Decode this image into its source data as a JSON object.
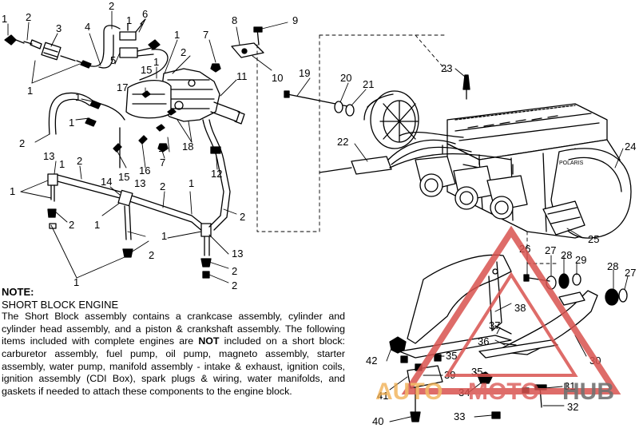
{
  "callouts": [
    "1",
    "2",
    "3",
    "4",
    "5",
    "6",
    "7",
    "8",
    "9",
    "10",
    "11",
    "12",
    "13",
    "14",
    "15",
    "16",
    "17",
    "18",
    "19",
    "20",
    "21",
    "22",
    "23",
    "24",
    "25",
    "26",
    "27",
    "28",
    "29",
    "30",
    "31",
    "32",
    "33",
    "34",
    "35",
    "36",
    "37",
    "38",
    "39",
    "40",
    "41",
    "42"
  ],
  "note": {
    "heading": "NOTE:",
    "subheading": "SHORT BLOCK ENGINE",
    "body_1": "The Short Block assembly contains a crankcase assembly, cylinder and cylinder head assembly, and a piston & crankshaft assembly.  The following items included with complete engines are ",
    "body_not": "NOT",
    "body_2": " included on a short block:  carburetor assembly, fuel pump, oil pump, magneto assembly, starter assembly, water pump, manifold assembly - intake & exhaust, ignition coils, ignition assembly (CDI Box), spark plugs & wiring, water manifolds, and gaskets if needed to attach these components to the engine block."
  },
  "watermark": {
    "text_a": "AUTO",
    "text_b": "MOTO",
    "text_c": "HUB",
    "color": "#d9534f"
  },
  "engine_badge": "POLARIS",
  "colors": {
    "line": "#000000",
    "watermark": "#d9534f"
  }
}
